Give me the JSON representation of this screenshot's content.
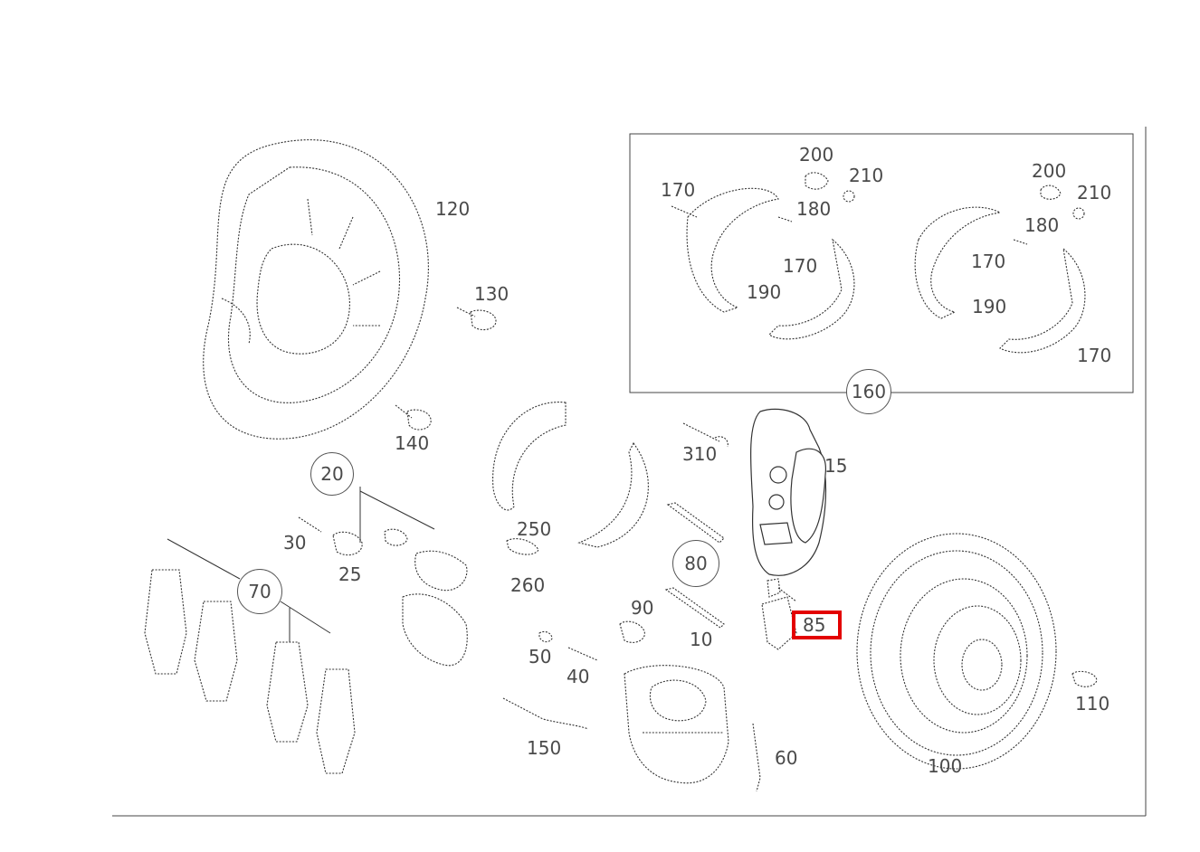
{
  "diagram": {
    "highlighted_part": "85",
    "highlight_color": "#e30000",
    "labels": {
      "p15": "15",
      "p20": "20",
      "p25": "25",
      "p30": "30",
      "p40": "40",
      "p50": "50",
      "p60": "60",
      "p70": "70",
      "p80": "80",
      "p85": "85",
      "p90": "90",
      "p10": "10",
      "p100": "100",
      "p110": "110",
      "p120": "120",
      "p130": "130",
      "p140": "140",
      "p150": "150",
      "p160": "160",
      "p170a": "170",
      "p170b": "170",
      "p170c": "170",
      "p170d": "170",
      "p180a": "180",
      "p180b": "180",
      "p190a": "190",
      "p190b": "190",
      "p200a": "200",
      "p200b": "200",
      "p210a": "210",
      "p210b": "210",
      "p250": "250",
      "p260": "260",
      "p310": "310"
    }
  }
}
